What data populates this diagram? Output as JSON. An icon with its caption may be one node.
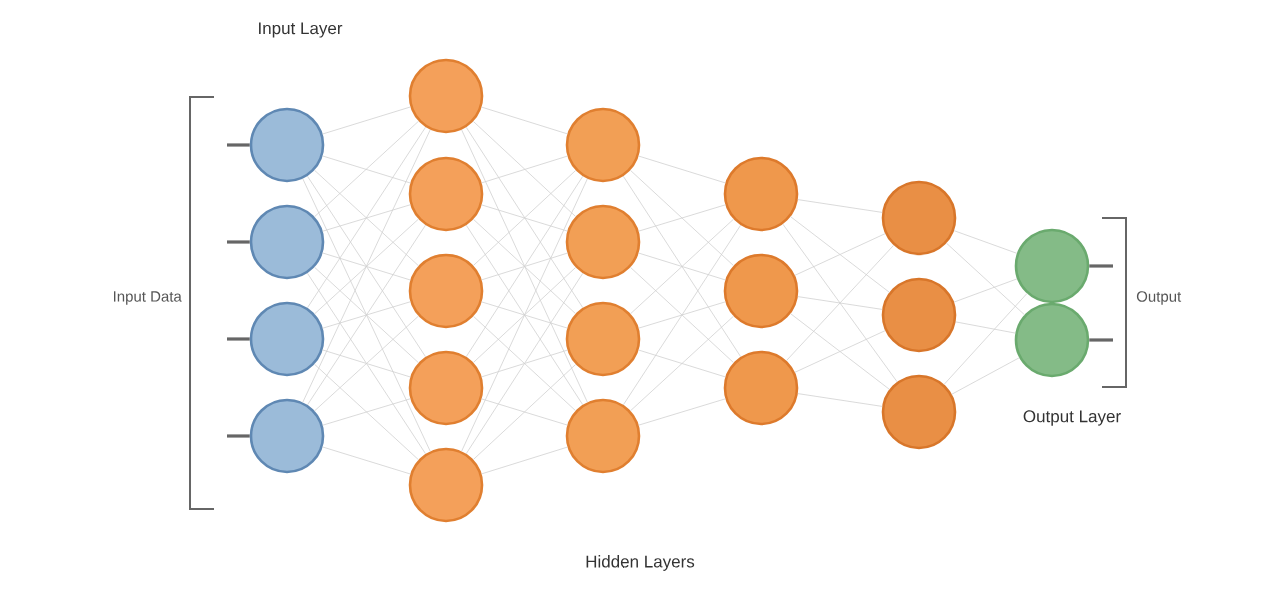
{
  "diagram": {
    "nodes": [
      {
        "text": [],
        "shape": "circle"
      },
      {
        "text": [],
        "shape": "circle"
      },
      {
        "text": [],
        "shape": "circle"
      },
      {
        "text": [],
        "shape": "circle"
      },
      {
        "text": [],
        "shape": "circle"
      },
      {
        "text": [],
        "shape": "circle"
      },
      {
        "text": [],
        "shape": "circle"
      },
      {
        "text": [],
        "shape": "circle"
      },
      {
        "text": [],
        "shape": "circle"
      },
      {
        "text": [],
        "shape": "circle"
      },
      {
        "text": [],
        "shape": "circle"
      },
      {
        "text": [],
        "shape": "circle"
      },
      {
        "text": [],
        "shape": "circle"
      },
      {
        "text": [],
        "shape": "circle"
      },
      {
        "text": [],
        "shape": "circle"
      },
      {
        "text": [],
        "shape": "circle"
      },
      {
        "text": [],
        "shape": "circle"
      },
      {
        "text": [],
        "shape": "circle"
      },
      {
        "text": [],
        "shape": "circle"
      },
      {
        "text": [],
        "shape": "circle"
      },
      {
        "text": [],
        "shape": "circle"
      }
    ],
    "edges": [
      {
        "from": null,
        "to": 0,
        "arrow": "none",
        "style": "thick",
        "color": "#666666"
      },
      {
        "from": null,
        "to": 1,
        "arrow": "none",
        "style": "thick",
        "color": "#666666"
      },
      {
        "from": null,
        "to": 2,
        "arrow": "none",
        "style": "thick",
        "color": "#666666"
      },
      {
        "from": null,
        "to": 3,
        "arrow": "none",
        "style": "thick",
        "color": "#666666"
      },
      {
        "from": 0,
        "to": 4,
        "arrow": "none"
      },
      {
        "from": 0,
        "to": 5,
        "arrow": "none"
      },
      {
        "from": 0,
        "to": 6,
        "arrow": "none"
      },
      {
        "from": 0,
        "to": 7,
        "arrow": "none"
      },
      {
        "from": 0,
        "to": 8,
        "arrow": "none"
      },
      {
        "from": 1,
        "to": 4,
        "arrow": "none"
      },
      {
        "from": 1,
        "to": 5,
        "arrow": "none"
      },
      {
        "from": 1,
        "to": 6,
        "arrow": "none"
      },
      {
        "from": 1,
        "to": 7,
        "arrow": "none"
      },
      {
        "from": 1,
        "to": 8,
        "arrow": "none"
      },
      {
        "from": 2,
        "to": 4,
        "arrow": "none"
      },
      {
        "from": 2,
        "to": 5,
        "arrow": "none"
      },
      {
        "from": 2,
        "to": 6,
        "arrow": "none"
      },
      {
        "from": 2,
        "to": 7,
        "arrow": "none"
      },
      {
        "from": 2,
        "to": 8,
        "arrow": "none"
      },
      {
        "from": 3,
        "to": 4,
        "arrow": "none"
      },
      {
        "from": 3,
        "to": 5,
        "arrow": "none"
      },
      {
        "from": 3,
        "to": 6,
        "arrow": "none"
      },
      {
        "from": 3,
        "to": 7,
        "arrow": "none"
      },
      {
        "from": 3,
        "to": 8,
        "arrow": "none"
      },
      {
        "from": 4,
        "to": 9,
        "arrow": "none"
      },
      {
        "from": 4,
        "to": 10,
        "arrow": "none"
      },
      {
        "from": 4,
        "to": 11,
        "arrow": "none"
      },
      {
        "from": 4,
        "to": 12,
        "arrow": "none"
      },
      {
        "from": 5,
        "to": 9,
        "arrow": "none"
      },
      {
        "from": 5,
        "to": 10,
        "arrow": "none"
      },
      {
        "from": 5,
        "to": 11,
        "arrow": "none"
      },
      {
        "from": 5,
        "to": 12,
        "arrow": "none"
      },
      {
        "from": 6,
        "to": 9,
        "arrow": "none"
      },
      {
        "from": 6,
        "to": 10,
        "arrow": "none"
      },
      {
        "from": 6,
        "to": 11,
        "arrow": "none"
      },
      {
        "from": 6,
        "to": 12,
        "arrow": "none"
      },
      {
        "from": 7,
        "to": 9,
        "arrow": "none"
      },
      {
        "from": 7,
        "to": 10,
        "arrow": "none"
      },
      {
        "from": 7,
        "to": 11,
        "arrow": "none"
      },
      {
        "from": 7,
        "to": 12,
        "arrow": "none"
      },
      {
        "from": 8,
        "to": 9,
        "arrow": "none"
      },
      {
        "from": 8,
        "to": 10,
        "arrow": "none"
      },
      {
        "from": 8,
        "to": 11,
        "arrow": "none"
      },
      {
        "from": 8,
        "to": 12,
        "arrow": "none"
      },
      {
        "from": 9,
        "to": 13,
        "arrow": "none"
      },
      {
        "from": 9,
        "to": 14,
        "arrow": "none"
      },
      {
        "from": 9,
        "to": 15,
        "arrow": "none"
      },
      {
        "from": 10,
        "to": 13,
        "arrow": "none"
      },
      {
        "from": 10,
        "to": 14,
        "arrow": "none"
      },
      {
        "from": 10,
        "to": 15,
        "arrow": "none"
      },
      {
        "from": 11,
        "to": 13,
        "arrow": "none"
      },
      {
        "from": 11,
        "to": 14,
        "arrow": "none"
      },
      {
        "from": 11,
        "to": 15,
        "arrow": "none"
      },
      {
        "from": 12,
        "to": 13,
        "arrow": "none"
      },
      {
        "from": 12,
        "to": 14,
        "arrow": "none"
      },
      {
        "from": 12,
        "to": 15,
        "arrow": "none"
      },
      {
        "from": 13,
        "to": 16,
        "arrow": "none"
      },
      {
        "from": 13,
        "to": 17,
        "arrow": "none"
      },
      {
        "from": 13,
        "to": 18,
        "arrow": "none"
      },
      {
        "from": 14,
        "to": 16,
        "arrow": "none"
      },
      {
        "from": 14,
        "to": 17,
        "arrow": "none"
      },
      {
        "from": 14,
        "to": 18,
        "arrow": "none"
      },
      {
        "from": 15,
        "to": 16,
        "arrow": "none"
      },
      {
        "from": 15,
        "to": 17,
        "arrow": "none"
      },
      {
        "from": 15,
        "to": 18,
        "arrow": "none"
      },
      {
        "from": 16,
        "to": 19,
        "arrow": "none"
      },
      {
        "from": 16,
        "to": 20,
        "arrow": "none"
      },
      {
        "from": 17,
        "to": 19,
        "arrow": "none"
      },
      {
        "from": 17,
        "to": 20,
        "arrow": "none"
      },
      {
        "from": 18,
        "to": 19,
        "arrow": "none"
      },
      {
        "from": 18,
        "to": 20,
        "arrow": "none"
      },
      {
        "from": 19,
        "to": null,
        "arrow": "none",
        "style": "thick",
        "color": "#666666"
      },
      {
        "from": 20,
        "to": null,
        "arrow": "none",
        "style": "thick",
        "color": "#666666"
      }
    ],
    "labels": [
      "Input Layer",
      "Input Data",
      "Output",
      "Output Layer",
      "Hidden Layers"
    ]
  }
}
